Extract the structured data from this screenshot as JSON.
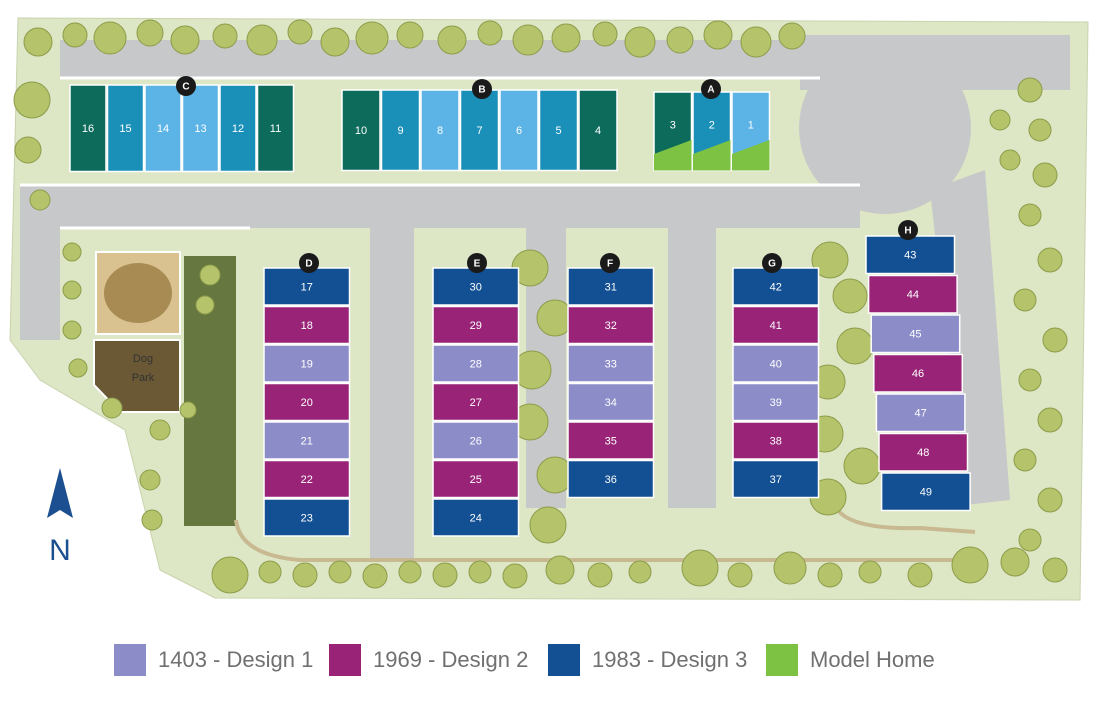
{
  "colors": {
    "design1": "#8c8cc9",
    "design2": "#982377",
    "design3": "#124f93",
    "model": "#7dc242",
    "existing_dark": "#0d6b5c",
    "existing_mid": "#1a8fb8",
    "existing_light": "#5bb3e6",
    "grass": "#dde6c5",
    "road": "#c7c8c9",
    "park": "#66783f",
    "dog_park": "#6a5934",
    "tree": "#b5c46a"
  },
  "buildings": [
    {
      "id": "C",
      "lots": [
        {
          "num": "16",
          "style": "existing_dark"
        },
        {
          "num": "15",
          "style": "existing_mid"
        },
        {
          "num": "14",
          "style": "existing_light"
        },
        {
          "num": "13",
          "style": "existing_light"
        },
        {
          "num": "12",
          "style": "existing_mid"
        },
        {
          "num": "11",
          "style": "existing_dark"
        }
      ]
    },
    {
      "id": "B",
      "lots": [
        {
          "num": "10",
          "style": "existing_dark"
        },
        {
          "num": "9",
          "style": "existing_mid"
        },
        {
          "num": "8",
          "style": "existing_light"
        },
        {
          "num": "7",
          "style": "existing_mid"
        },
        {
          "num": "6",
          "style": "existing_light"
        },
        {
          "num": "5",
          "style": "existing_mid"
        },
        {
          "num": "4",
          "style": "existing_dark"
        }
      ]
    },
    {
      "id": "A",
      "lots": [
        {
          "num": "3",
          "style": "existing_dark",
          "model": true
        },
        {
          "num": "2",
          "style": "existing_mid",
          "model": true
        },
        {
          "num": "1",
          "style": "existing_light",
          "model": true
        }
      ]
    },
    {
      "id": "D",
      "lots": [
        {
          "num": "17",
          "design": "design3"
        },
        {
          "num": "18",
          "design": "design2"
        },
        {
          "num": "19",
          "design": "design1"
        },
        {
          "num": "20",
          "design": "design2"
        },
        {
          "num": "21",
          "design": "design1"
        },
        {
          "num": "22",
          "design": "design2"
        },
        {
          "num": "23",
          "design": "design3"
        }
      ]
    },
    {
      "id": "E",
      "lots": [
        {
          "num": "30",
          "design": "design3"
        },
        {
          "num": "29",
          "design": "design2"
        },
        {
          "num": "28",
          "design": "design1"
        },
        {
          "num": "27",
          "design": "design2"
        },
        {
          "num": "26",
          "design": "design1"
        },
        {
          "num": "25",
          "design": "design2"
        },
        {
          "num": "24",
          "design": "design3"
        }
      ]
    },
    {
      "id": "F",
      "lots": [
        {
          "num": "31",
          "design": "design3"
        },
        {
          "num": "32",
          "design": "design2"
        },
        {
          "num": "33",
          "design": "design1"
        },
        {
          "num": "34",
          "design": "design1"
        },
        {
          "num": "35",
          "design": "design2"
        },
        {
          "num": "36",
          "design": "design3"
        }
      ]
    },
    {
      "id": "G",
      "lots": [
        {
          "num": "42",
          "design": "design3"
        },
        {
          "num": "41",
          "design": "design2"
        },
        {
          "num": "40",
          "design": "design1"
        },
        {
          "num": "39",
          "design": "design1"
        },
        {
          "num": "38",
          "design": "design2"
        },
        {
          "num": "37",
          "design": "design3"
        }
      ]
    },
    {
      "id": "H",
      "lots": [
        {
          "num": "43",
          "design": "design3"
        },
        {
          "num": "44",
          "design": "design2"
        },
        {
          "num": "45",
          "design": "design1"
        },
        {
          "num": "46",
          "design": "design2"
        },
        {
          "num": "47",
          "design": "design1"
        },
        {
          "num": "48",
          "design": "design2"
        },
        {
          "num": "49",
          "design": "design3"
        }
      ]
    }
  ],
  "amenities": {
    "dog_park_line1": "Dog",
    "dog_park_line2": "Park"
  },
  "compass": {
    "label": "N"
  },
  "legend": [
    {
      "label": "1403 - Design 1",
      "color": "#8c8cc9"
    },
    {
      "label": "1969 - Design 2",
      "color": "#982377"
    },
    {
      "label": "1983 - Design 3",
      "color": "#124f93"
    },
    {
      "label": "Model Home",
      "color": "#7dc242"
    }
  ]
}
